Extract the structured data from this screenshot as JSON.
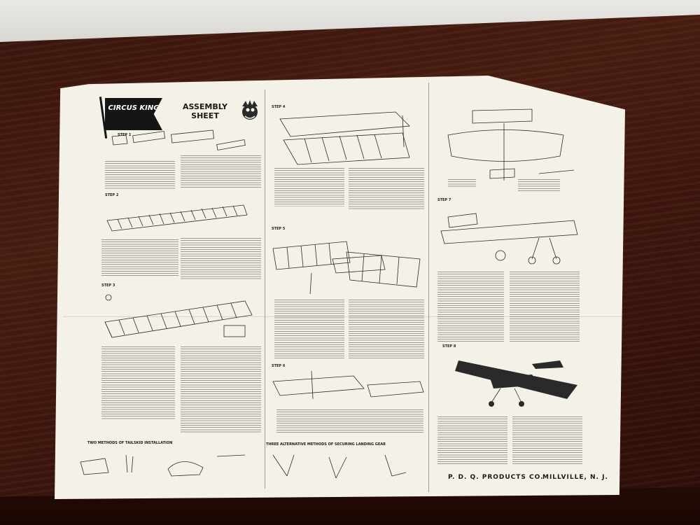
{
  "sheet": {
    "logo_text": "CIRCUS KING",
    "title": "ASSEMBLY SHEET",
    "steps": {
      "s1": "STEP 1",
      "s2": "STEP 2",
      "s3": "STEP 3",
      "s4": "STEP 4",
      "s5": "STEP 5",
      "s6": "STEP 6",
      "s7": "STEP 7",
      "s8": "STEP 8"
    },
    "sections": {
      "tailskid": "TWO METHODS OF TAILSKID INSTALLATION",
      "landing_gear": "THREE ALTERNATIVE METHODS OF SECURING LANDING GEAR"
    },
    "footer": {
      "company": "P. D. Q. PRODUCTS CO.",
      "city": "MILLVILLE, N. J."
    }
  },
  "colors": {
    "wood": "#3a160e",
    "paper": "#f4f1e8",
    "ink": "#1a1a1a"
  }
}
